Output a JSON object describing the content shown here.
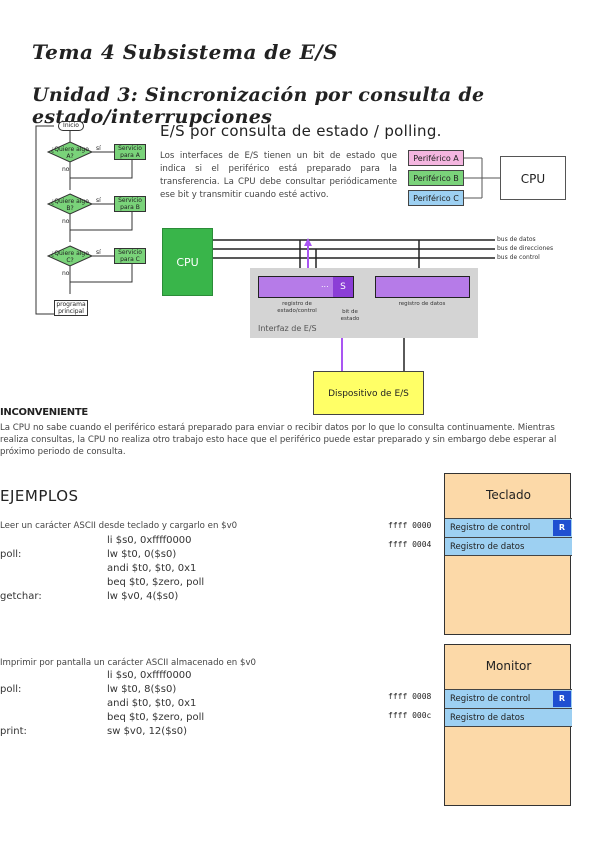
{
  "header": {
    "title": "Tema 4 Subsistema de E/S",
    "subtitle": "Unidad 3: Sincronización por consulta de estado/interrupciones"
  },
  "flowchart": {
    "start": "Inicio",
    "q1": "¿Quiere algo A?",
    "q2": "¿Quiere algo B?",
    "q3": "¿Quiere algo C?",
    "yes": "sí",
    "no": "no",
    "s1": "Servicio para A",
    "s2": "Servicio para B",
    "s3": "Servicio para C",
    "end": "programa principal"
  },
  "polling": {
    "title": "E/S por consulta de estado / polling.",
    "desc": "Los interfaces de E/S tienen un bit de estado que indica si el periférico está preparado para la transferencia. La CPU debe consultar periódicamente ese bit y transmitir cuando esté activo."
  },
  "peripherals": [
    "Periférico A",
    "Periférico B",
    "Periférico C"
  ],
  "cpu_label": "CPU",
  "diagram": {
    "cpu": "CPU",
    "bus_data": "bus de datos",
    "bus_addr": "bus de direcciones",
    "bus_ctrl": "bus de control",
    "reg_left_label": "registro de estado/control",
    "reg_left_dots": "...",
    "reg_left_s": "S",
    "bit_label": "bit de estado",
    "reg_right_label": "registro de datos",
    "interface": "Interfaz de E/S",
    "device": "Dispositivo de E/S"
  },
  "inconveniente": {
    "title": "INCONVENIENTE",
    "text": "La CPU no sabe cuando el periférico estará preparado para enviar o recibir datos por lo que lo consulta continuamente. Mientras realiza consultas, la CPU no realiza otro trabajo esto hace que el periférico puede estar preparado y sin embargo debe esperar al próximo periodo de consulta."
  },
  "ejemplos": {
    "title": "EJEMPLOS",
    "ex1_desc": "Leer un carácter ASCII desde teclado y cargarlo en $v0",
    "ex1": [
      {
        "label": "",
        "code": "li $s0, 0xffff0000"
      },
      {
        "label": "poll:",
        "code": "lw $t0, 0($s0)"
      },
      {
        "label": "",
        "code": "andi $t0, $t0, 0x1"
      },
      {
        "label": "",
        "code": "beq $t0, $zero, poll"
      },
      {
        "label": "getchar:",
        "code": "lw $v0, 4($s0)"
      }
    ],
    "ex2_desc": "Imprimir por pantalla un carácter ASCII almacenado en $v0",
    "ex2": [
      {
        "label": "",
        "code": "li $s0, 0xffff0000"
      },
      {
        "label": "poll:",
        "code": "lw $t0, 8($s0)"
      },
      {
        "label": "",
        "code": "andi $t0, $t0, 0x1"
      },
      {
        "label": "",
        "code": "beq $t0, $zero, poll"
      },
      {
        "label": "print:",
        "code": "sw $v0, 12($s0)"
      }
    ]
  },
  "keyboard": {
    "title": "Teclado",
    "addr1": "ffff 0000",
    "addr2": "ffff 0004",
    "reg_ctrl": "Registro de control",
    "reg_data": "Registro de datos",
    "r": "R"
  },
  "monitor": {
    "title": "Monitor",
    "addr1": "ffff 0008",
    "addr2": "ffff 000c",
    "reg_ctrl": "Registro de control",
    "reg_data": "Registro de datos",
    "r": "R"
  },
  "colors": {
    "green": "#39b54a",
    "purple": "#b67be8",
    "yellow": "#ffff66",
    "orange": "#fcd9a8",
    "blue": "#9dd0f2",
    "darkblue": "#1f4fd1"
  }
}
